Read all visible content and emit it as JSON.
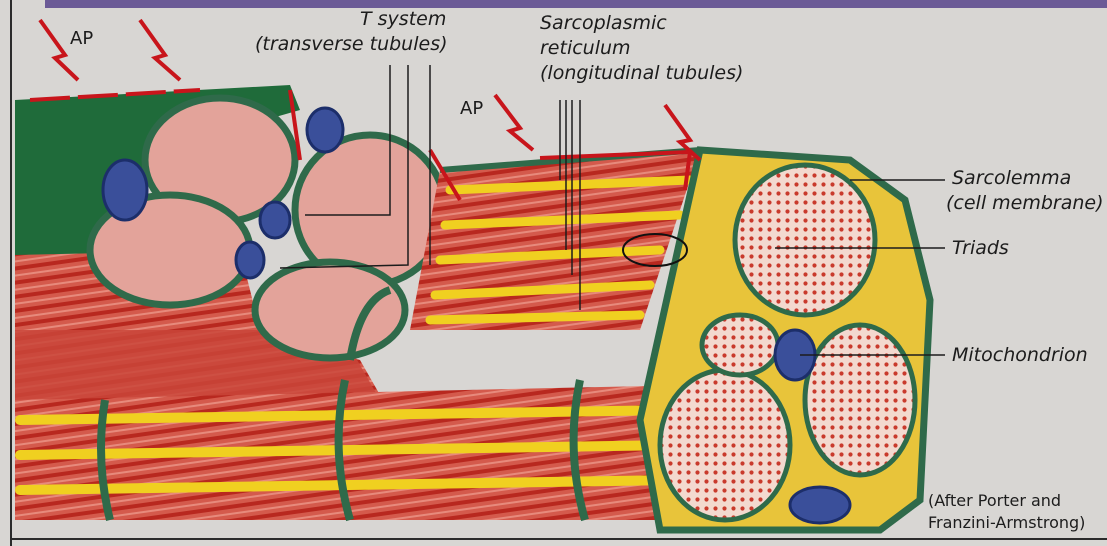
{
  "labels": {
    "ap_1": "AP",
    "ap_2": "AP",
    "t_system_line1": "T system",
    "t_system_line2": "(transverse tubules)",
    "sr_line1": "Sarcoplasmic",
    "sr_line2": "reticulum",
    "sr_line3": "(longitudinal tubules)",
    "sarcolemma_line1": "Sarcolemma",
    "sarcolemma_line2": "(cell membrane)",
    "triads": "Triads",
    "mitochondrion": "Mitochondrion",
    "credit_line1": "(After Porter and",
    "credit_line2": "Franzini-Armstrong)"
  },
  "colors": {
    "background": "#d8d6d3",
    "membrane_green": "#2f6a4a",
    "sarcoplasm_green": "#1f6b3a",
    "myofibril_red": "#c23a2e",
    "myofibril_pink": "#e3a39a",
    "reticulum_yellow": "#f0d020",
    "mitochondrion_blue": "#3a4f9a",
    "ap_arrow_red": "#c8151b",
    "topbar": "#6b5a96"
  }
}
